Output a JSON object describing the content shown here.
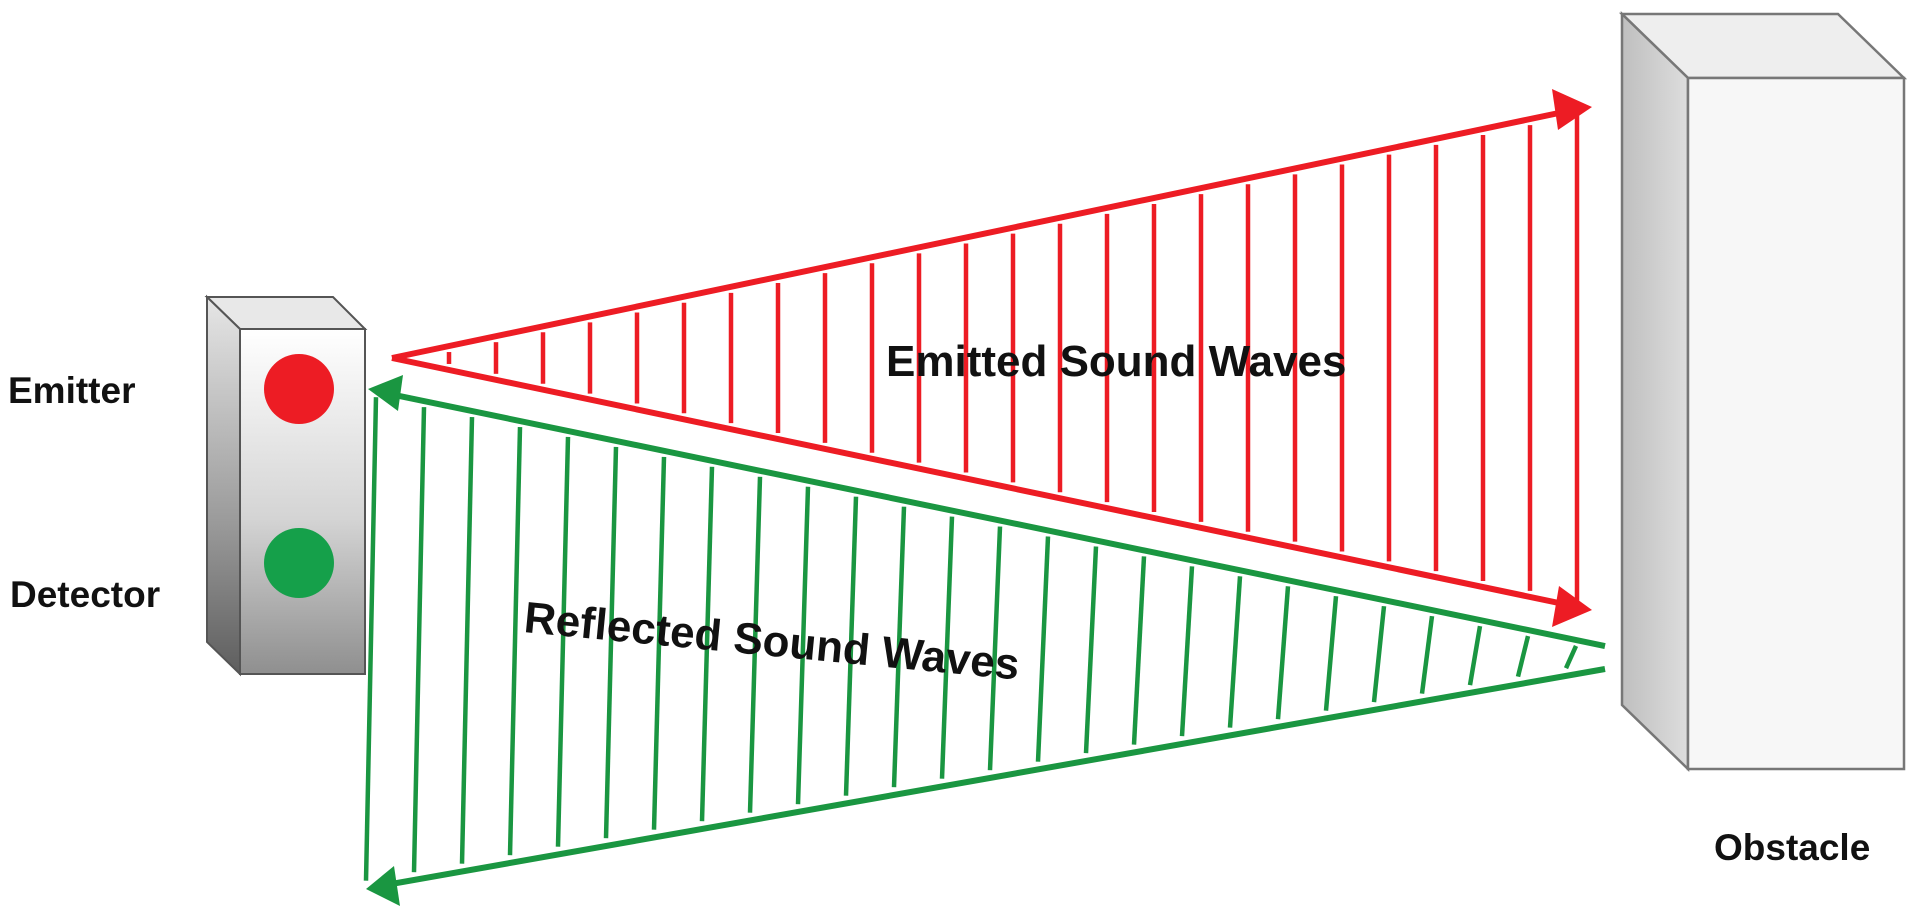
{
  "labels": {
    "emitter": "Emitter",
    "detector": "Detector",
    "emitted": "Emitted Sound Waves",
    "reflected": "Reflected Sound Waves",
    "obstacle": "Obstacle"
  },
  "colors": {
    "emitted_wave": "#ed1c24",
    "reflected_wave": "#1a9641",
    "emitter_light": "#ed1c24",
    "detector_light": "#15a04a",
    "device_edge": "#555555",
    "obstacle_face": "#f7f7f7"
  }
}
